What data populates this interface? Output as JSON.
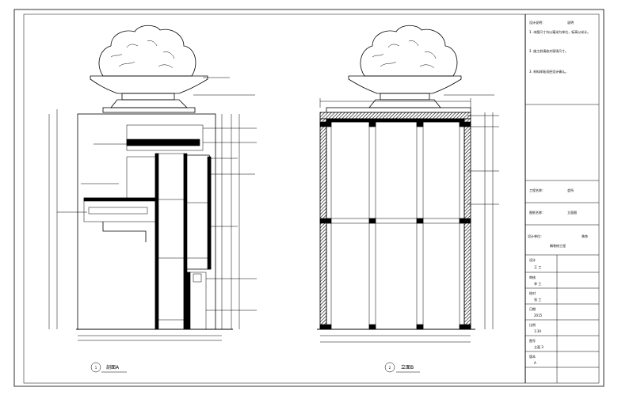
{
  "drawing": {
    "view1": {
      "number": "1",
      "title": "剖面A"
    },
    "view2": {
      "number": "2",
      "title": "立面B"
    },
    "title_block": {
      "notes_heading": "设计说明：",
      "notes_label": "说明",
      "notes_lines": [
        "1. 本图尺寸均以毫米为单位，标高以米计。",
        "2. 施工前请核对现场尺寸。",
        "3. 材料样板须经设计确认。"
      ],
      "row1_label": "工程名称：",
      "row1_value": "会所",
      "row2_label": "图纸名称：",
      "row2_value": "立面图",
      "row3_label": "设计单位：",
      "row3_value": "装饰",
      "row3_note": "精装修工程",
      "cells": [
        {
          "label": "设计",
          "value": "王 工"
        },
        {
          "label": "审核",
          "value": "李 工"
        },
        {
          "label": "校对",
          "value": "张 工"
        },
        {
          "label": "日期",
          "value": "2015"
        },
        {
          "label": "比例",
          "value": "1:30"
        },
        {
          "label": "图号",
          "value": "立面 3"
        },
        {
          "label": "版本",
          "value": "A"
        }
      ]
    }
  }
}
